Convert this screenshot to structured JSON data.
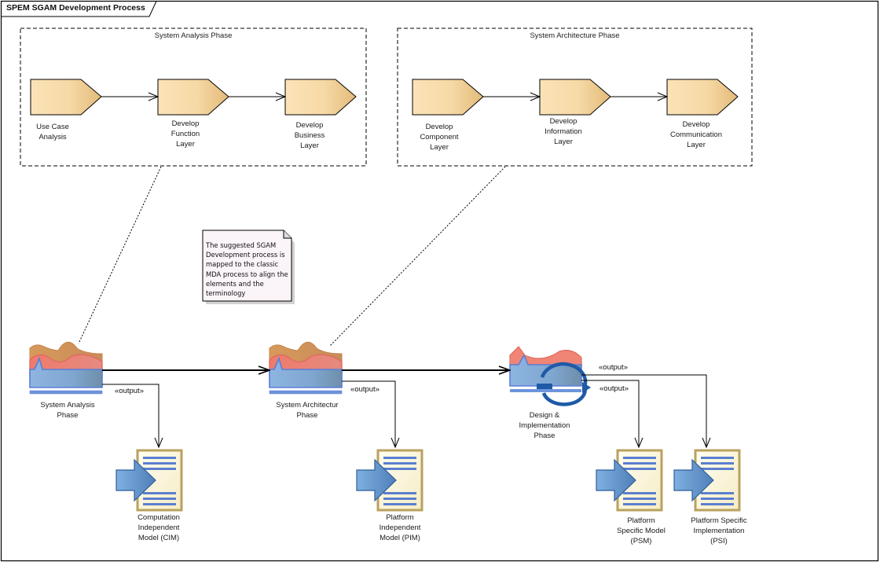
{
  "diagram": {
    "title": "SPEM SGAM Development Process",
    "groups": [
      {
        "title": "System Analysis Phase",
        "tasks": [
          {
            "label": "Use Case\nAnalysis"
          },
          {
            "label": "Develop\nFunction\nLayer"
          },
          {
            "label": "Develop\nBusiness\nLayer"
          }
        ]
      },
      {
        "title": "System Architecture Phase",
        "tasks": [
          {
            "label": "Develop\nComponent\nLayer"
          },
          {
            "label": "Develop\nInformation\nLayer"
          },
          {
            "label": "Develop\nCommunication\nLayer"
          }
        ]
      }
    ],
    "note": {
      "text": "The suggested SGAM Development process is mapped to the classic MDA process to align the elements and the terminology"
    },
    "phases": [
      {
        "label": "System Analysis\nPhase",
        "icon": "phase-icon"
      },
      {
        "label": "System Architectur\nPhase",
        "icon": "phase-icon"
      },
      {
        "label": "Design &\nImplementation\nPhase",
        "icon": "iteration-phase-icon"
      }
    ],
    "work_products": [
      {
        "label": "Computation\nIndependent\nModel (CIM)",
        "icon": "work-product-document-icon"
      },
      {
        "label": "Platform\nIndependent\nModel (PIM)",
        "icon": "work-product-document-icon"
      },
      {
        "label": "Platform\nSpecific Model\n(PSM)",
        "icon": "work-product-document-icon"
      },
      {
        "label": "Platform Specific\nImplementation\n(PSI)",
        "icon": "work-product-document-icon"
      }
    ],
    "output_stereotype": "«output»",
    "colors": {
      "task_fill_light": "#fbe3b8",
      "task_fill_dark": "#e3bb7a",
      "phase_orange": "#d39a5e",
      "phase_red": "#ef8070",
      "phase_blue": "#7fa9d6",
      "doc_border": "#b9a15f",
      "doc_fill": "#fdf8dc",
      "doc_lines": "#5b7fcf",
      "arrow_blue": "#5d93cc",
      "cycle_blue": "#1f5aa6"
    }
  }
}
